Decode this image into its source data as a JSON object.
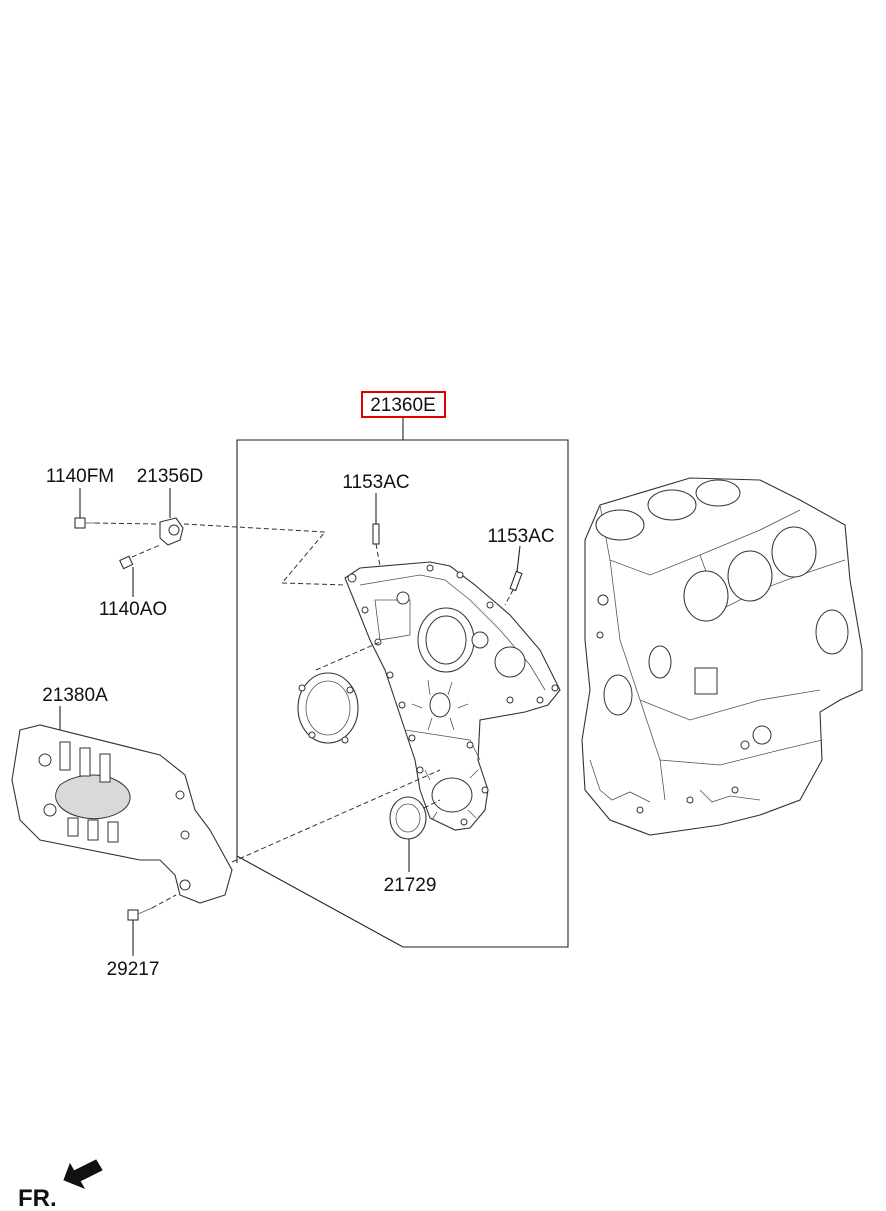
{
  "diagram": {
    "highlight_color": "#e00000",
    "parts": [
      {
        "id": "p21360E",
        "code": "21360E",
        "highlighted": true
      },
      {
        "id": "p1140FM",
        "code": "1140FM"
      },
      {
        "id": "p21356D",
        "code": "21356D"
      },
      {
        "id": "p1153AC_left",
        "code": "1153AC"
      },
      {
        "id": "p1153AC_right",
        "code": "1153AC"
      },
      {
        "id": "p1140AO",
        "code": "1140AO"
      },
      {
        "id": "p21380A",
        "code": "21380A"
      },
      {
        "id": "p21729",
        "code": "21729"
      },
      {
        "id": "p29217",
        "code": "29217"
      }
    ],
    "direction_label": "FR."
  }
}
